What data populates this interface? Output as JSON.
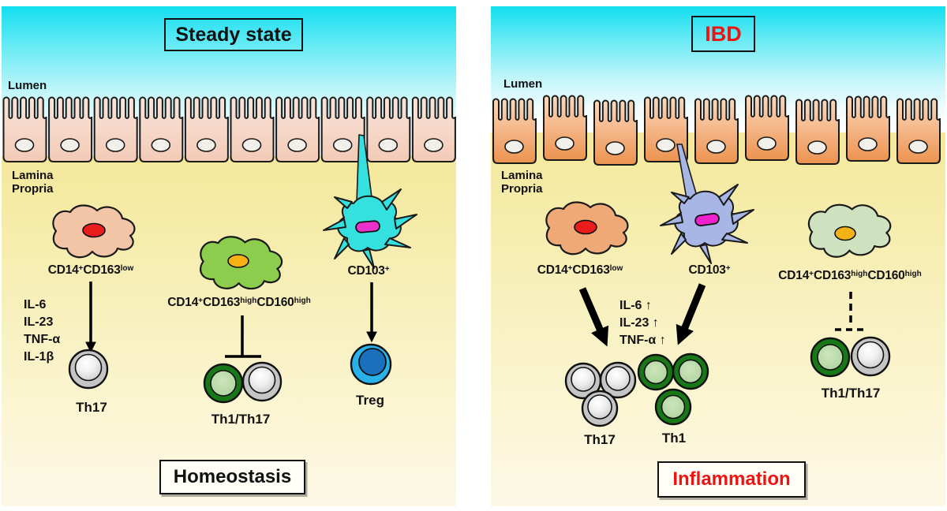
{
  "panels": {
    "left": {
      "title": "Steady state",
      "lumen": "Lumen",
      "lamina1": "Lamina",
      "lamina2": "Propria",
      "mac1": {
        "p1": "CD14",
        "s1": "+",
        "p2": "CD163",
        "s2": "low"
      },
      "cytokines": [
        "IL-6",
        "IL-23",
        "TNF-α",
        "IL-1β"
      ],
      "th17": "Th17",
      "mac2": {
        "p1": "CD14",
        "s1": "+",
        "p2": "CD163",
        "s2": "high",
        "p3": "CD160",
        "s3": "high"
      },
      "th1th17": "Th1/Th17",
      "dc": {
        "p1": "CD103",
        "s1": "+"
      },
      "treg": "Treg",
      "footer": "Homeostasis"
    },
    "right": {
      "title": "IBD",
      "lumen": "Lumen",
      "lamina1": "Lamina",
      "lamina2": "Propria",
      "mac1": {
        "p1": "CD14",
        "s1": "+",
        "p2": "CD163",
        "s2": "low"
      },
      "dc": {
        "p1": "CD103",
        "s1": "+"
      },
      "cytokines": [
        "IL-6 ↑",
        "IL-23 ↑",
        "TNF-α ↑"
      ],
      "th17": "Th17",
      "th1": "Th1",
      "mac2": {
        "p1": "CD14",
        "s1": "+",
        "p2": "CD163",
        "s2": "high",
        "p3": "CD160",
        "s3": "high"
      },
      "th1th17": "Th1/Th17",
      "footer": "Inflammation"
    }
  },
  "colors": {
    "accent_red": "#ee1414",
    "lumen_cyan": "#12def0",
    "lamina_yellow": "#f4e89a",
    "epithelium_left": "#f6d8c9",
    "epithelium_right": "#ee9a58",
    "macrophage_peach": "#f2c5a6",
    "macrophage_green": "#8ccd4d",
    "macrophage_sage": "#cfe2bf",
    "dc_cyan": "#35e1de",
    "dc_blue": "#a8b6e6",
    "nucleus_red": "#ea1c1c",
    "nucleus_orange": "#f8b013",
    "nucleus_magenta": "#ea31cb",
    "tcell_gray": "#c5c5c5",
    "tcell_green_ring": "#187818",
    "tcell_green_inner": "#b4d7a4",
    "treg_outer": "#29b2e9",
    "treg_inner": "#1b6fbd"
  }
}
